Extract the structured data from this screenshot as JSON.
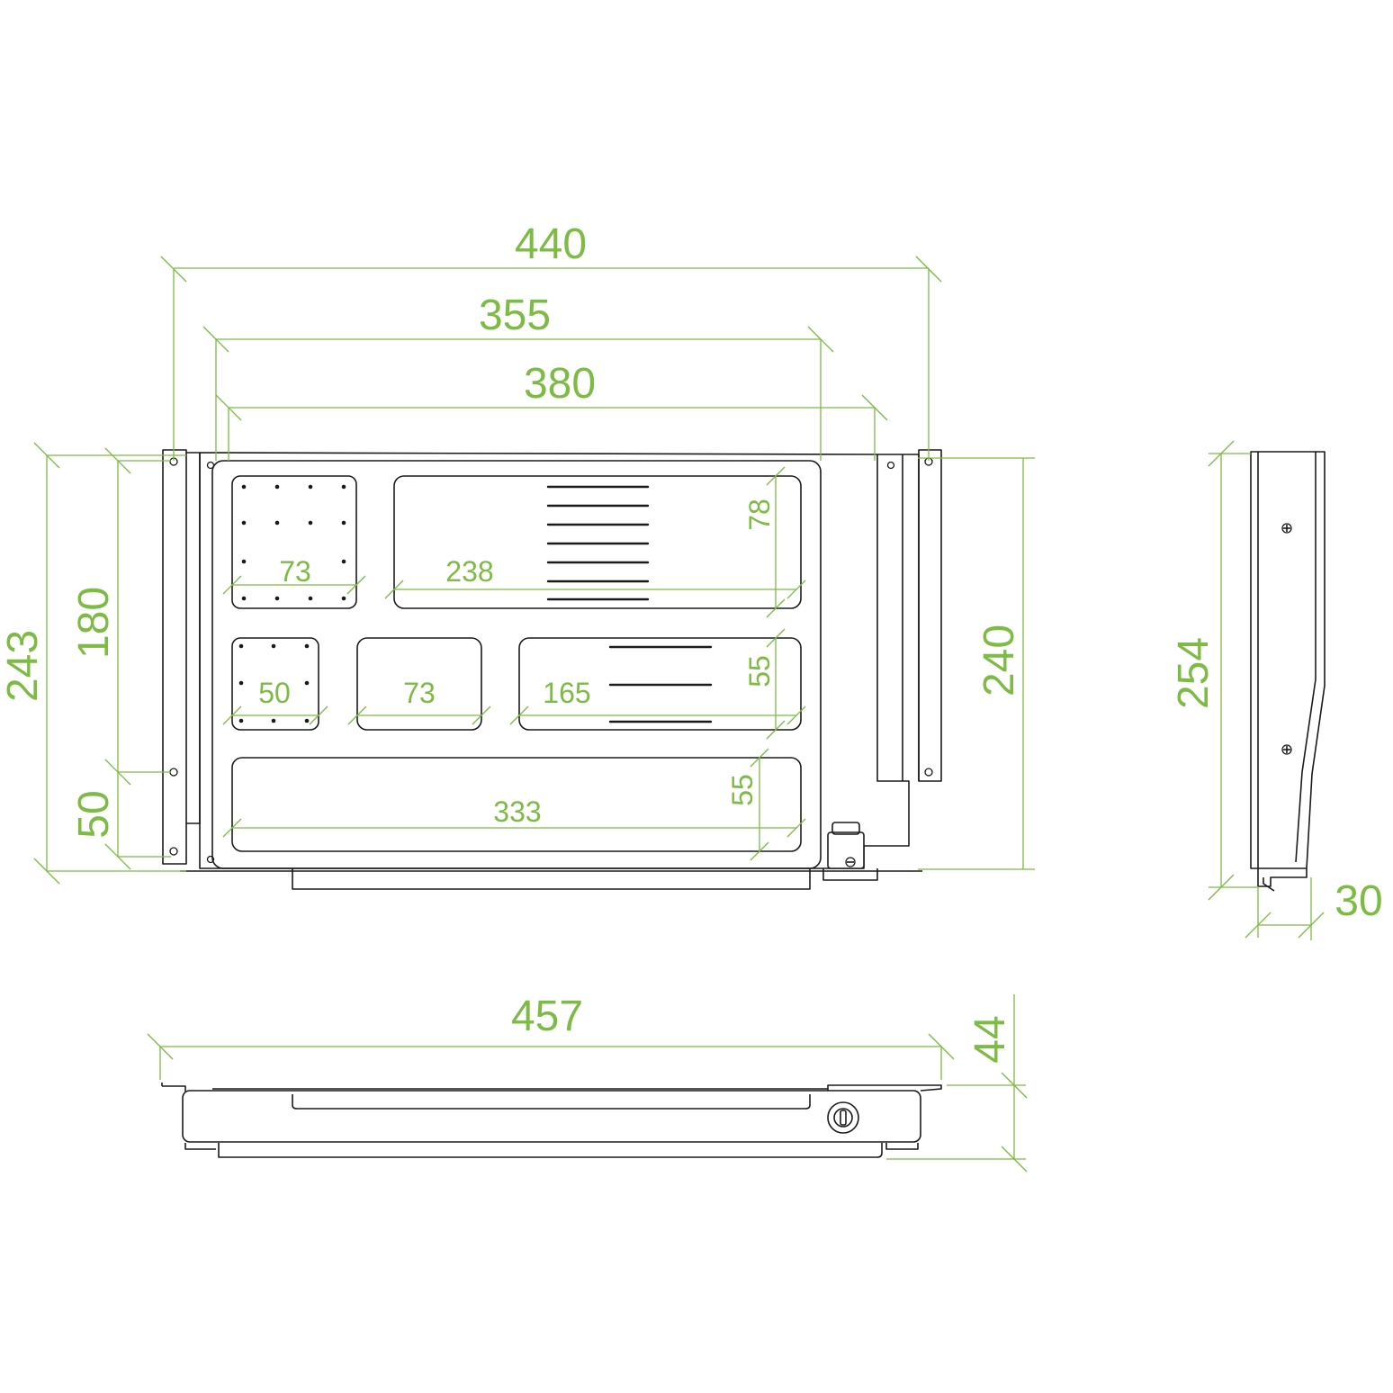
{
  "colors": {
    "dimension": "#7dbb45",
    "outline": "#1a1a1a",
    "background": "#ffffff"
  },
  "dimensions": {
    "overall_width": "440",
    "rail_span": "355",
    "inner_width": "380",
    "overall_height": "243",
    "rail_height": "180",
    "bottom_offset": "50",
    "right_height": "240",
    "side_depth": "254",
    "side_thickness": "30",
    "front_width": "457",
    "front_height": "44",
    "compartments": {
      "grid_large_width": "73",
      "tray_top_width": "238",
      "tray_top_height": "78",
      "grid_small_width": "50",
      "tray_middle_width": "73",
      "tray_right_width": "165",
      "tray_right_height": "55",
      "tray_bottom_width": "333",
      "tray_bottom_height": "55"
    }
  }
}
